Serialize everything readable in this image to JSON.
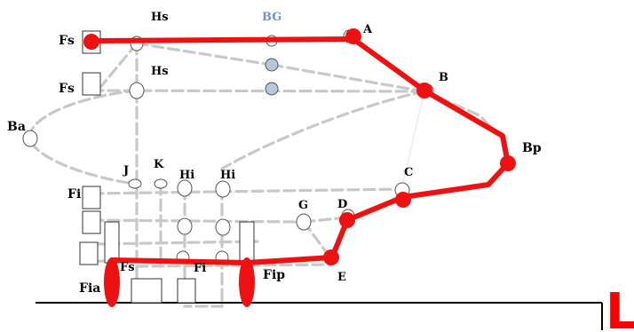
{
  "labels": {
    "fs_top": "Fs",
    "hs_top": "Hs",
    "bg": "BG",
    "a": "A",
    "fs_mid": "Fs",
    "hs_mid": "Hs",
    "b": "B",
    "ba": "Ba",
    "bp": "Bp",
    "j": "J",
    "k": "K",
    "hi_1": "Hi",
    "hi_2": "Hi",
    "c": "C",
    "fi_left": "Fi",
    "g": "G",
    "d": "D",
    "fs_bottom": "Fs",
    "fi_bottom": "Fi",
    "fip": "Fip",
    "fia": "Fia",
    "e": "E",
    "big_l": "L"
  },
  "colors": {
    "red": "#ee1111",
    "gray_dash": "#c8c8c8",
    "bg_label": "#6f94c7",
    "bg_node_fill": "#b8c6dc"
  }
}
